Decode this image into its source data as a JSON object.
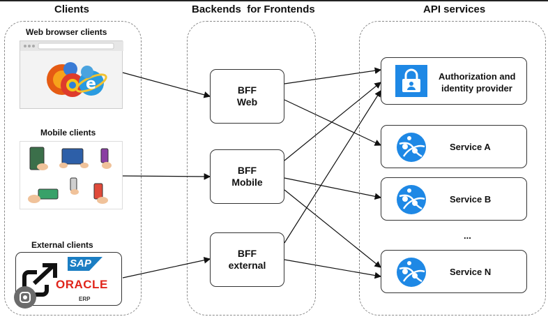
{
  "columns": {
    "clients": "Clients",
    "bff": "Backends  for Frontends",
    "api": "API services"
  },
  "clients": {
    "web": "Web browser clients",
    "mobile": "Mobile clients",
    "external": "External clients",
    "external_logos": {
      "sap": "SAP",
      "oracle": "ORACLE",
      "erp": "ERP"
    }
  },
  "bff": {
    "web": [
      "BFF",
      "Web"
    ],
    "mobile": [
      "BFF",
      "Mobile"
    ],
    "external": [
      "BFF",
      "external"
    ]
  },
  "services": {
    "auth": [
      "Authorization and",
      "identity provider"
    ],
    "a": "Service A",
    "b": "Service B",
    "ellipsis": "...",
    "n": "Service N"
  },
  "colors": {
    "azure_blue": "#1e88e5",
    "border": "#333333",
    "dashed": "#888888"
  }
}
